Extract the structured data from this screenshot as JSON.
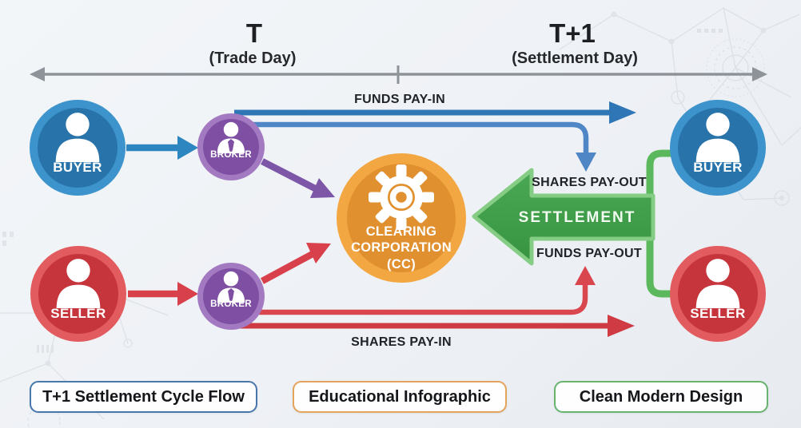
{
  "timeline": {
    "t_symbol": "T",
    "t_label": "(Trade Day)",
    "t1_symbol": "T+1",
    "t1_label": "(Settlement Day)"
  },
  "nodes": {
    "buyer_left": {
      "label": "BUYER",
      "icon": "person-icon",
      "outer_color": "#3d93cb",
      "inner_color": "#2874aa"
    },
    "broker_top": {
      "label": "BROKER",
      "icon": "person-tie-icon",
      "outer_color": "#a37ac1",
      "inner_color": "#7e4fa3"
    },
    "seller_left": {
      "label": "SELLER",
      "icon": "person-icon",
      "outer_color": "#e25c5f",
      "inner_color": "#c6343c"
    },
    "broker_bottom": {
      "label": "BROKER",
      "icon": "person-tie-icon",
      "outer_color": "#a37ac1",
      "inner_color": "#7e4fa3"
    },
    "clearing_corporation": {
      "label_line1": "CLEARING",
      "label_line2": "CORPORATION",
      "label_line3": "(CC)",
      "icon": "gear-icon",
      "outer_color": "#f2a742",
      "inner_color": "#e1902f"
    },
    "buyer_right": {
      "label": "BUYER",
      "icon": "person-icon",
      "outer_color": "#3d93cb",
      "inner_color": "#2874aa"
    },
    "seller_right": {
      "label": "SELLER",
      "icon": "person-icon",
      "outer_color": "#e25c5f",
      "inner_color": "#c6343c"
    }
  },
  "flows": {
    "funds_pay_in": {
      "label": "FUNDS PAY-IN",
      "color": "#2e76b6"
    },
    "shares_pay_out": {
      "label": "SHARES PAY-OUT",
      "color": "#4f86c6"
    },
    "settlement": {
      "label": "SETTLEMENT",
      "color": "#3f9d49"
    },
    "funds_pay_out": {
      "label": "FUNDS PAY-OUT",
      "color": "#d9464e"
    },
    "shares_pay_in": {
      "label": "SHARES PAY-IN",
      "color": "#cf3a43"
    }
  },
  "badges": [
    {
      "label": "T+1 Settlement Cycle Flow",
      "border_color": "#4878ab"
    },
    {
      "label": "Educational Infographic",
      "border_color": "#e3a45c"
    },
    {
      "label": "Clean Modern Design",
      "border_color": "#68b46e"
    }
  ]
}
